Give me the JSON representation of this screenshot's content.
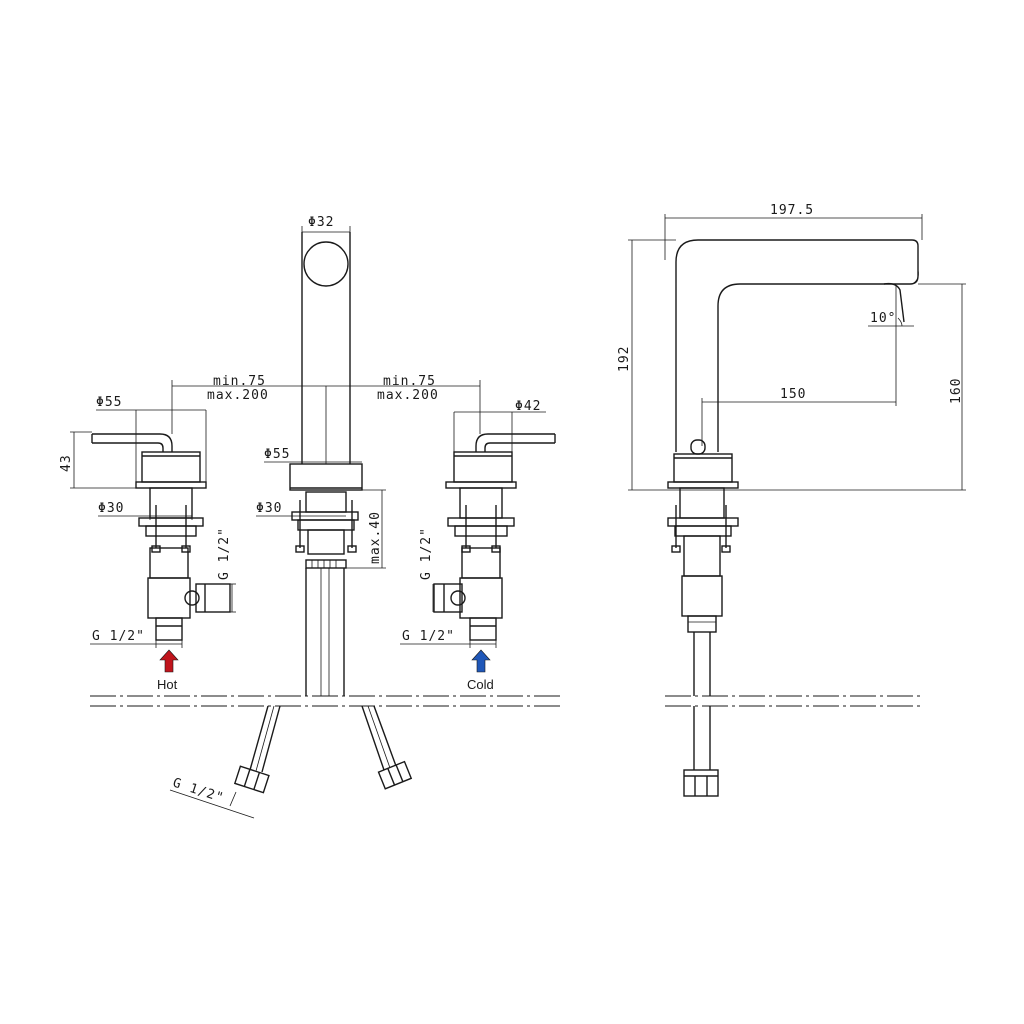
{
  "labels": {
    "dia32": "Φ32",
    "dia55_left": "Φ55",
    "dia55_center": "Φ55",
    "dia42_right": "Φ42",
    "dia30_left": "Φ30",
    "dia30_center": "Φ30",
    "min75_left": "min.75",
    "max200_left": "max.200",
    "min75_right": "min.75",
    "max200_right": "max.200",
    "h43": "43",
    "max40": "max.40",
    "g12_left_vert": "G 1/2\"",
    "g12_left_horiz": "G 1/2\"",
    "g12_right_vert": "G 1/2\"",
    "g12_right_horiz": "G 1/2\"",
    "g12_hose": "G 1/2\"",
    "hot": "Hot",
    "cold": "Cold",
    "w197_5": "197.5",
    "h192": "192",
    "h160": "160",
    "reach150": "150",
    "angle10": "10°"
  },
  "colors": {
    "hot_arrow": "#c0141c",
    "cold_arrow": "#1f57b8",
    "line": "#1a1a1a"
  }
}
